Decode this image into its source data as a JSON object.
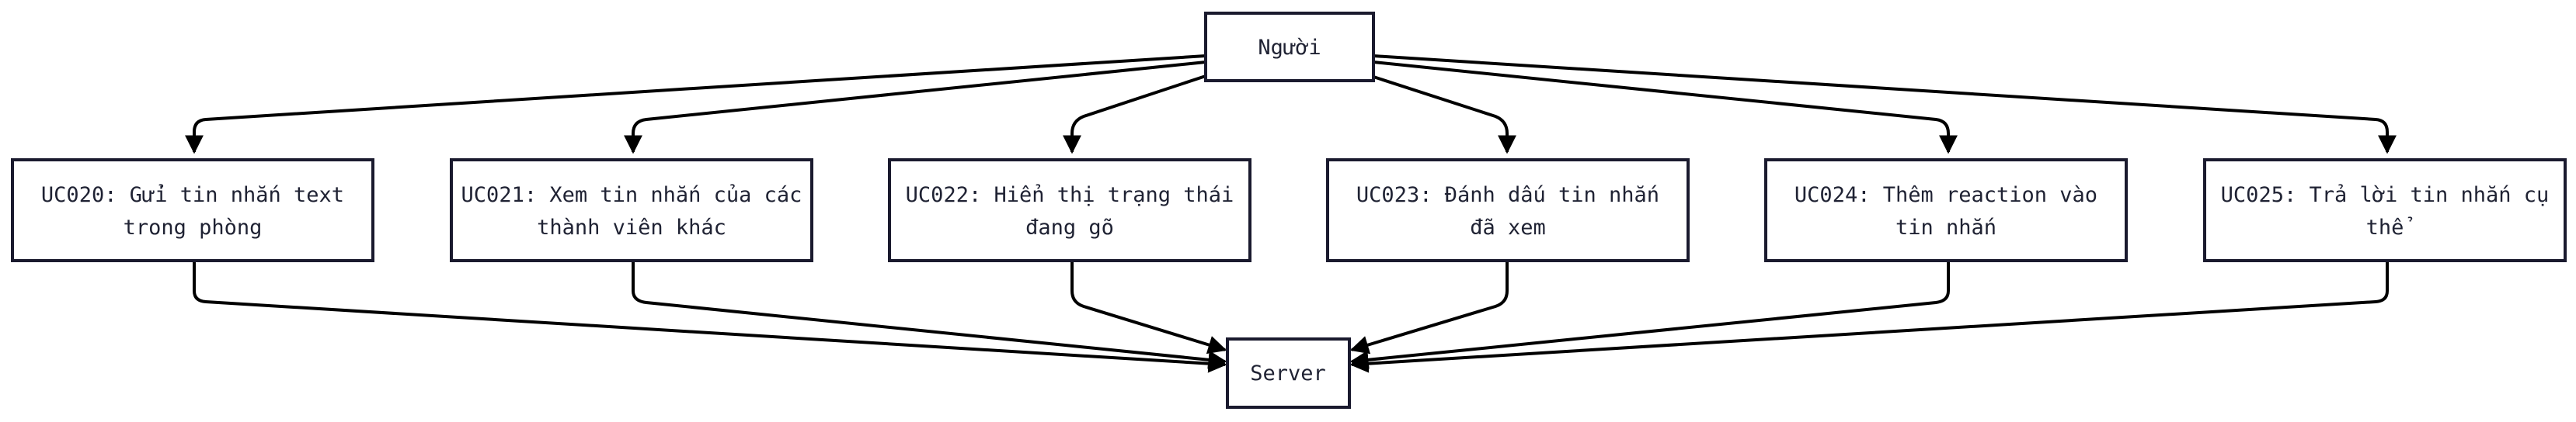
{
  "diagram": {
    "top_node": "Người",
    "use_cases": [
      {
        "id": "UC020",
        "line1": "UC020: Gửi tin nhắn text",
        "line2": "trong phòng"
      },
      {
        "id": "UC021",
        "line1": "UC021: Xem tin nhắn của các",
        "line2": "thành viên khác"
      },
      {
        "id": "UC022",
        "line1": "UC022: Hiển thị trạng thái",
        "line2": "đang gõ"
      },
      {
        "id": "UC023",
        "line1": "UC023: Đánh dấu tin nhắn",
        "line2": "đã xem"
      },
      {
        "id": "UC024",
        "line1": "UC024: Thêm reaction vào",
        "line2": "tin nhắn"
      },
      {
        "id": "UC025",
        "line1": "UC025: Trả lời tin nhắn cụ",
        "line2": "thể"
      }
    ],
    "bottom_node": "Server"
  }
}
